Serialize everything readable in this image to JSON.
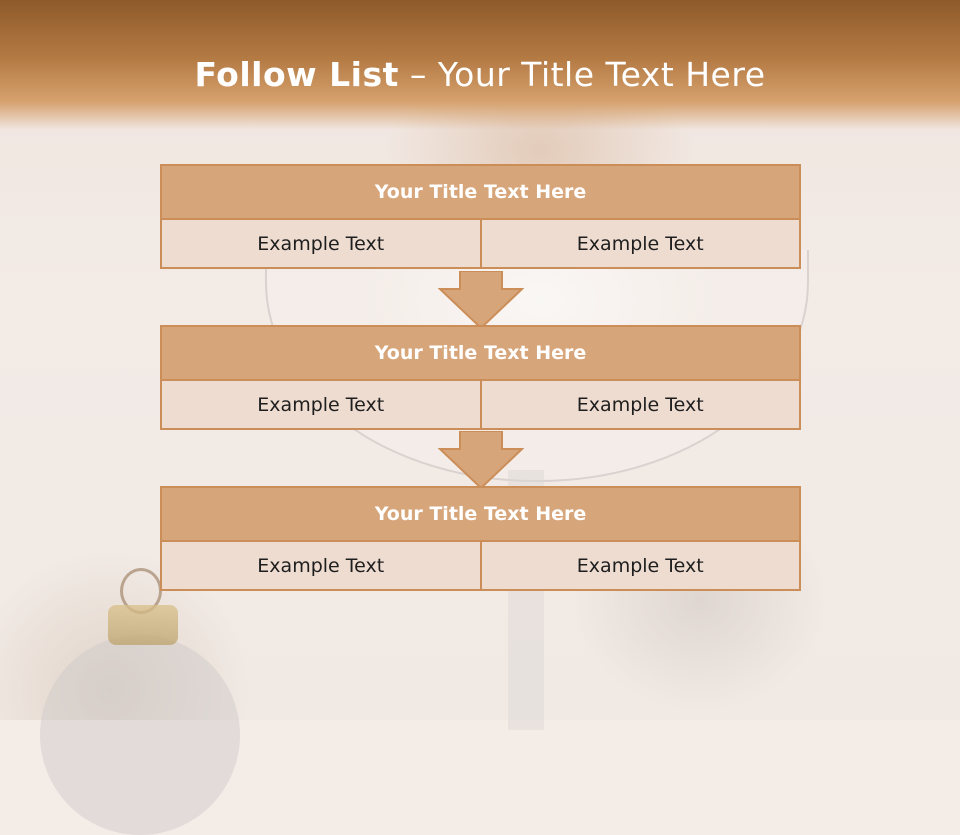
{
  "slide": {
    "title_bold": "Follow List",
    "title_rest": "– Your Title Text Here"
  },
  "blocks": [
    {
      "title": "Your Title Text Here",
      "left": "Example Text",
      "right": "Example Text"
    },
    {
      "title": "Your Title Text Here",
      "left": "Example Text",
      "right": "Example Text"
    },
    {
      "title": "Your Title Text Here",
      "left": "Example Text",
      "right": "Example Text"
    }
  ],
  "colors": {
    "accent": "#d7a57a",
    "border": "#cc8e59",
    "cell_fill": "#eedcd1",
    "header_band": "#b47a44"
  },
  "icons": [
    "arrow-down-icon",
    "arrow-down-icon"
  ]
}
